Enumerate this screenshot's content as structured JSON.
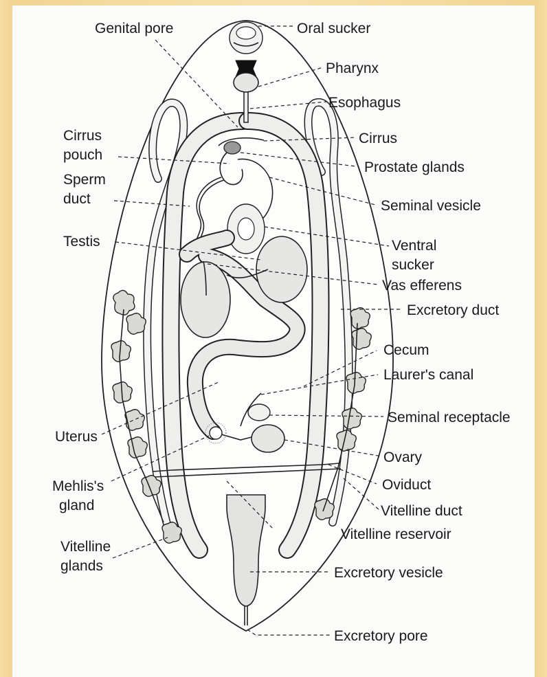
{
  "labels": {
    "genital_pore": "Genital pore",
    "oral_sucker": "Oral sucker",
    "pharynx": "Pharynx",
    "esophagus": "Esophagus",
    "cirrus": "Cirrus",
    "cirrus_pouch_1": "Cirrus",
    "cirrus_pouch_2": "pouch",
    "prostate_glands": "Prostate glands",
    "sperm_duct_1": "Sperm",
    "sperm_duct_2": "duct",
    "seminal_vesicle": "Seminal vesicle",
    "testis": "Testis",
    "ventral_sucker_1": "Ventral",
    "ventral_sucker_2": "sucker",
    "vas_efferens": "Vas efferens",
    "excretory_duct": "Excretory duct",
    "cecum": "Cecum",
    "laurers_canal": "Laurer's canal",
    "seminal_receptacle": "Seminal receptacle",
    "uterus": "Uterus",
    "ovary": "Ovary",
    "mehlis_gland_1": "Mehlis's",
    "mehlis_gland_2": "gland",
    "oviduct": "Oviduct",
    "vitelline_duct": "Vitelline duct",
    "vitelline_reservoir": "Vitelline reservoir",
    "vitelline_glands_1": "Vitelline",
    "vitelline_glands_2": "glands",
    "excretory_vesicle": "Excretory vesicle",
    "excretory_pore": "Excretory pore"
  },
  "colors": {
    "background": "#f3d89a",
    "sheet": "#fbfbf9",
    "ink": "#1a1a1a"
  }
}
